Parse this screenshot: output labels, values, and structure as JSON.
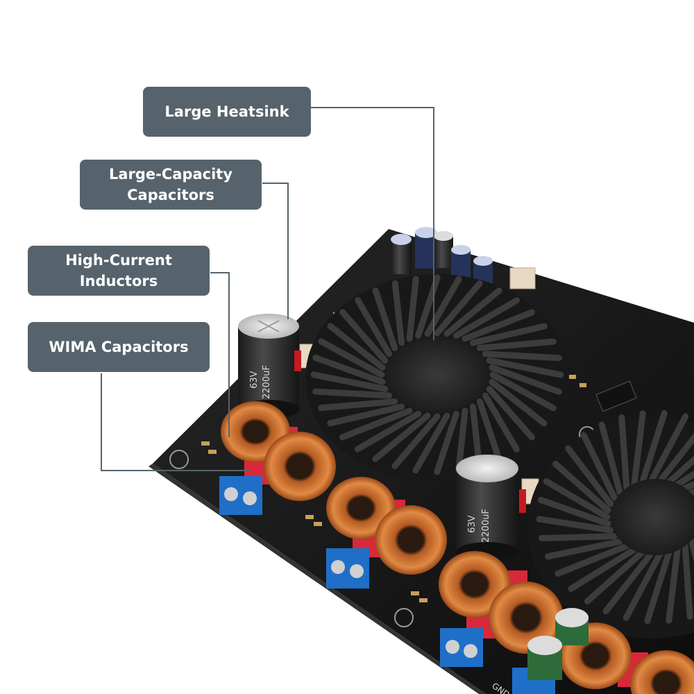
{
  "callouts": {
    "heatsink": {
      "label": "Large Heatsink"
    },
    "capacitors": {
      "line1": "Large-Capacity",
      "line2": "Capacitors"
    },
    "inductors": {
      "line1": "High-Current",
      "line2": "Inductors"
    },
    "wima": {
      "label": "WIMA Capacitors"
    }
  },
  "capacitor_markings": {
    "voltage": "63V",
    "capacitance": "2200uF"
  },
  "board_markings": {
    "gnd": "GND"
  },
  "colors": {
    "callout_bg": "#56636c",
    "callout_text": "#ffffff",
    "leader_line": "#56636c",
    "pcb": "#151515",
    "heatsink": "#2b2b2b",
    "copper_coil": "#c8692c",
    "wima_red": "#d8283a",
    "terminal_blue": "#1f6fc9",
    "background": "#ffffff"
  }
}
